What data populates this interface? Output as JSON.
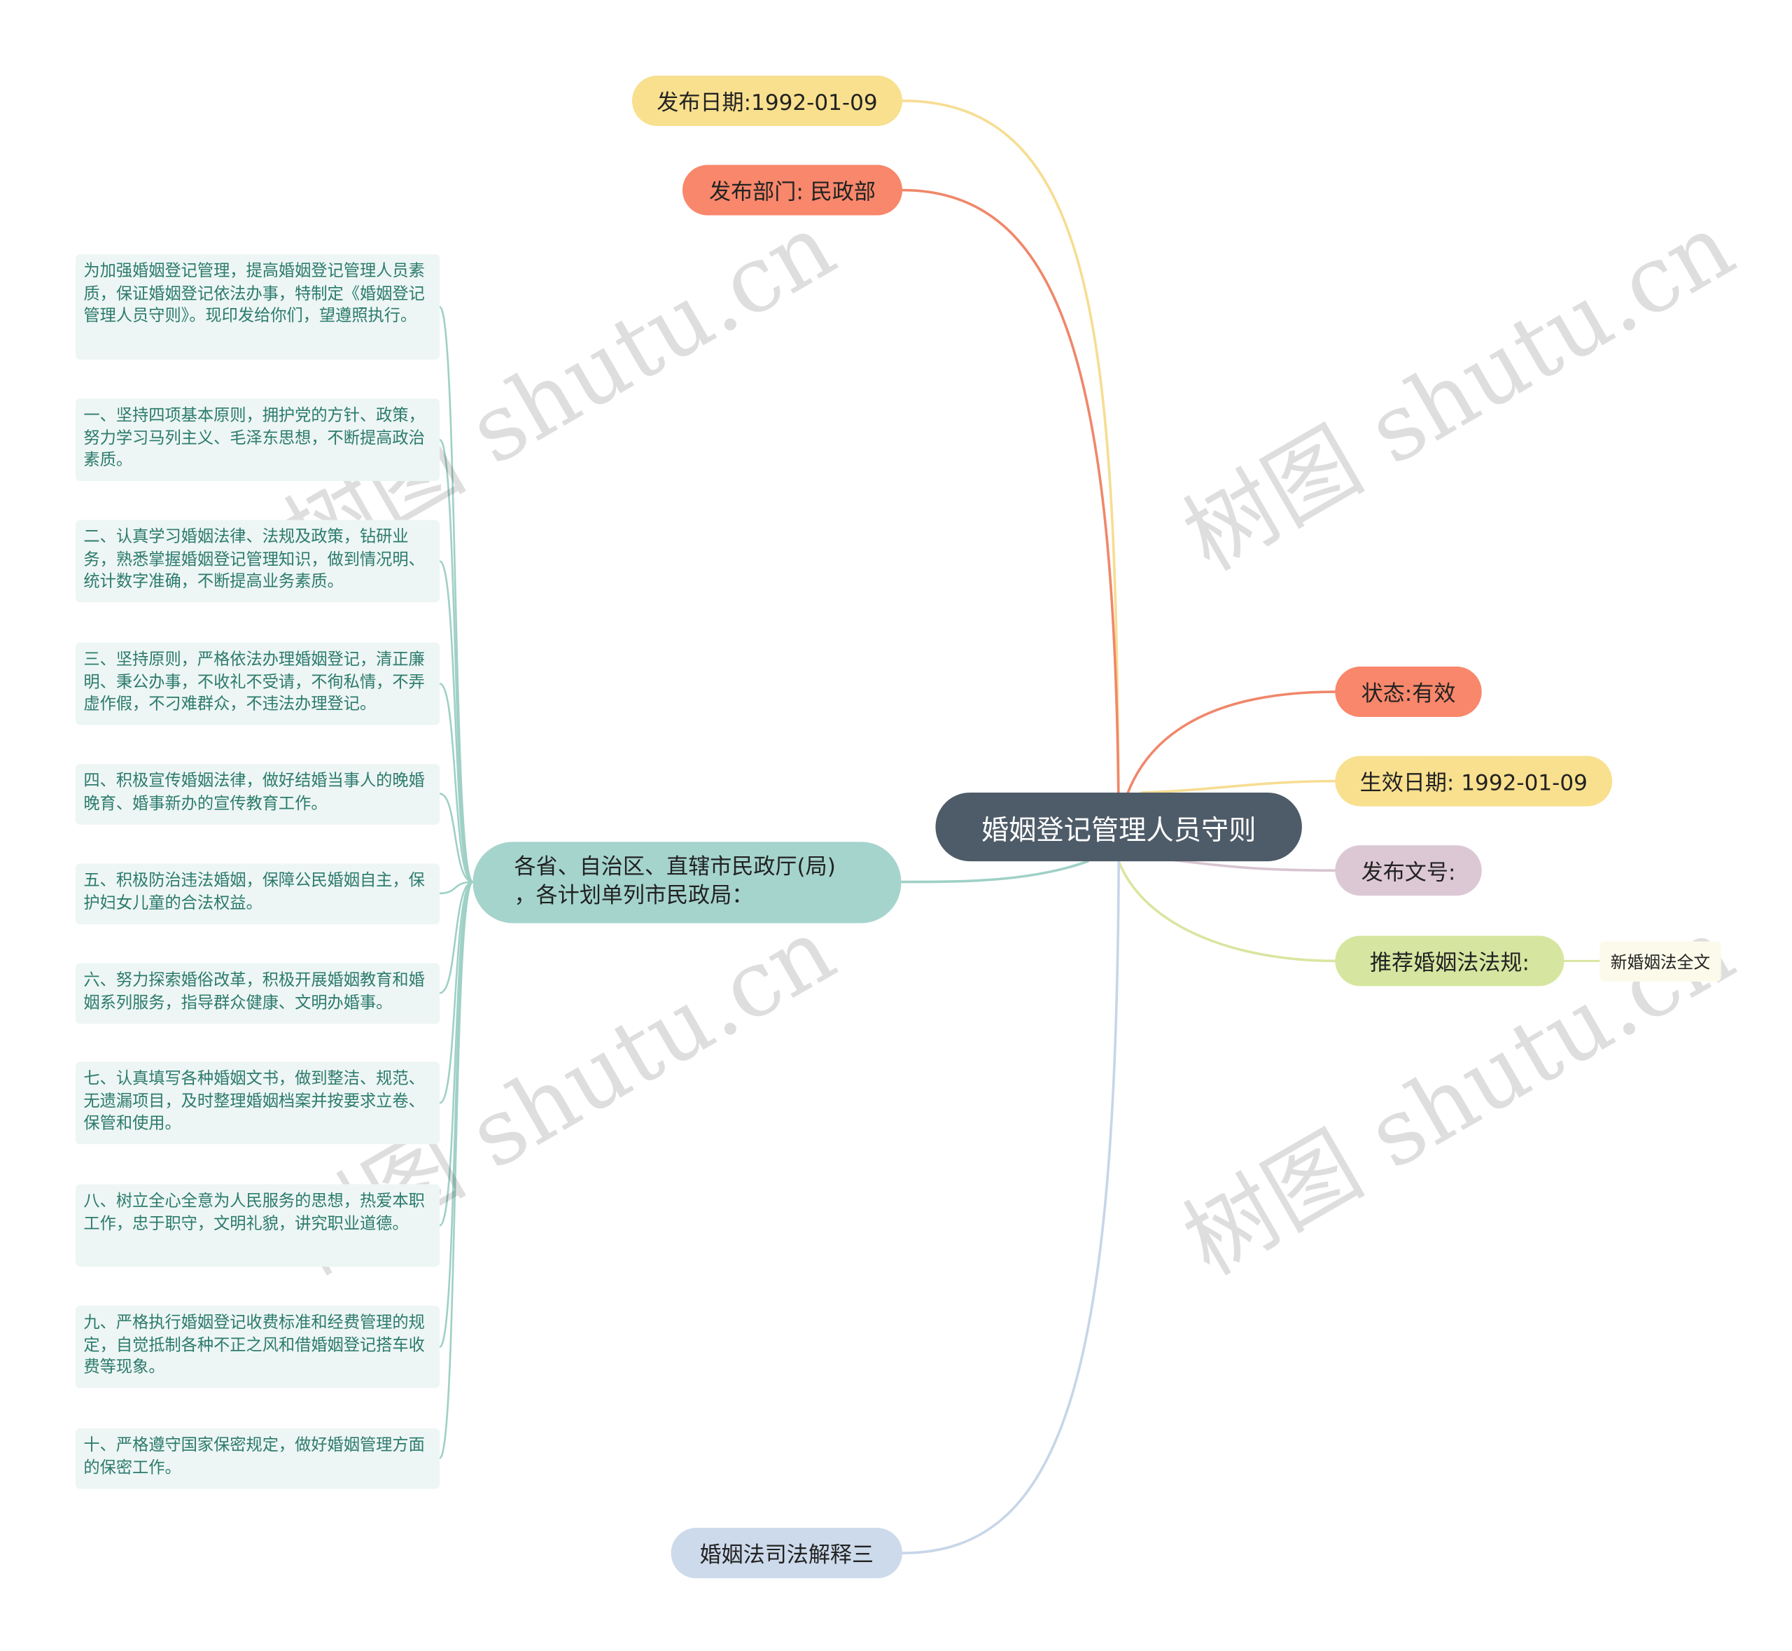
{
  "root": {
    "label": "婚姻登记管理人员守则",
    "color": "#4e5b68"
  },
  "right_nodes": [
    {
      "label": "发布日期:1992-01-09",
      "color": "#f8e08e",
      "line": "#f6dd92"
    },
    {
      "label": "发布部门: 民政部",
      "color": "#f8876b",
      "line": "#f0876a"
    },
    {
      "label": "状态:有效",
      "color": "#f8876b",
      "line": "#f0876a"
    },
    {
      "label": "生效日期: 1992-01-09",
      "color": "#f8e08e",
      "line": "#f6dd92"
    },
    {
      "label": "发布文号:",
      "color": "#dcc8d5",
      "line": "#d8c4d0"
    },
    {
      "label": "推荐婚姻法法规:",
      "color": "#d6e6a0",
      "line": "#d8e6a0"
    },
    {
      "label": "婚姻法司法解释三",
      "color": "#cddaeb",
      "line": "#c7d6e8"
    }
  ],
  "tag": {
    "label": "新婚姻法全文"
  },
  "hub": {
    "label": "各省、自治区、直辖市民政厅(局)\n，各计划单列市民政局：",
    "color": "#a5d4cd",
    "line": "#9fd0c6"
  },
  "leaves": [
    "为加强婚姻登记管理，提高婚姻登记管理人员素质，保证婚姻登记依法办事，特制定《婚姻登记管理人员守则》。现印发给你们，望遵照执行。",
    "一、坚持四项基本原则，拥护党的方针、政策，努力学习马列主义、毛泽东思想，不断提高政治素质。",
    "二、认真学习婚姻法律、法规及政策，钻研业务，熟悉掌握婚姻登记管理知识，做到情况明、统计数字准确，不断提高业务素质。",
    "三、坚持原则，严格依法办理婚姻登记，清正廉明、秉公办事，不收礼不受请，不徇私情，不弄虚作假，不刁难群众，不违法办理登记。",
    "四、积极宣传婚姻法律，做好结婚当事人的晚婚晚育、婚事新办的宣传教育工作。",
    "五、积极防治违法婚姻，保障公民婚姻自主，保护妇女儿童的合法权益。",
    "六、努力探索婚俗改革，积极开展婚姻教育和婚姻系列服务，指导群众健康、文明办婚事。",
    "七、认真填写各种婚姻文书，做到整洁、规范、无遗漏项目，及时整理婚姻档案并按要求立卷、保管和使用。",
    "八、树立全心全意为人民服务的思想，热爱本职工作，忠于职守，文明礼貌，讲究职业道德。",
    "九、严格执行婚姻登记收费标准和经费管理的规定，自觉抵制各种不正之风和借婚姻登记搭车收费等现象。",
    "十、严格遵守国家保密规定，做好婚姻管理方面的保密工作。"
  ],
  "watermark": "树图 shutu.cn"
}
